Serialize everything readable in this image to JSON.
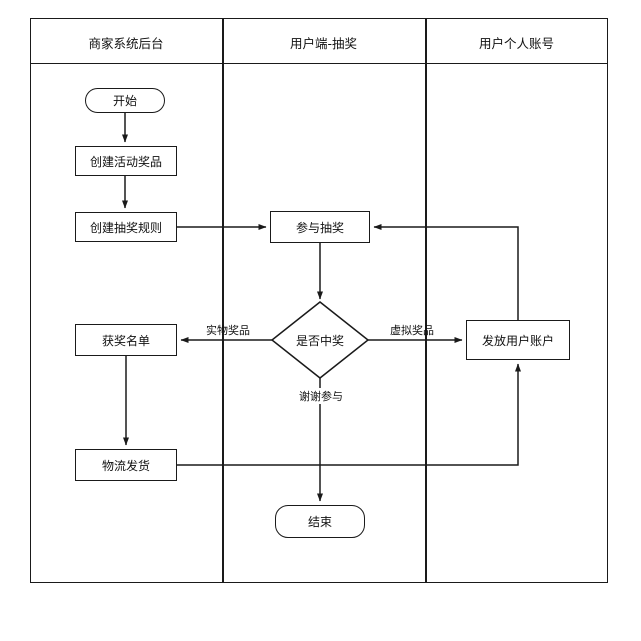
{
  "lanes": [
    {
      "title": "商家系统后台"
    },
    {
      "title": "用户端-抽奖"
    },
    {
      "title": "用户个人账号"
    }
  ],
  "nodes": {
    "start": {
      "label": "开始"
    },
    "create_prize": {
      "label": "创建活动奖品"
    },
    "create_rule": {
      "label": "创建抽奖规则"
    },
    "join": {
      "label": "参与抽奖"
    },
    "decision": {
      "label": "是否中奖"
    },
    "winners": {
      "label": "获奖名单"
    },
    "grant": {
      "label": "发放用户账户"
    },
    "ship": {
      "label": "物流发货"
    },
    "end": {
      "label": "结束"
    }
  },
  "edge_labels": {
    "physical": "实物奖品",
    "virtual": "虚拟奖品",
    "thanks": "谢谢参与"
  },
  "colors": {
    "line": "#1a1a1a",
    "background": "#ffffff"
  }
}
